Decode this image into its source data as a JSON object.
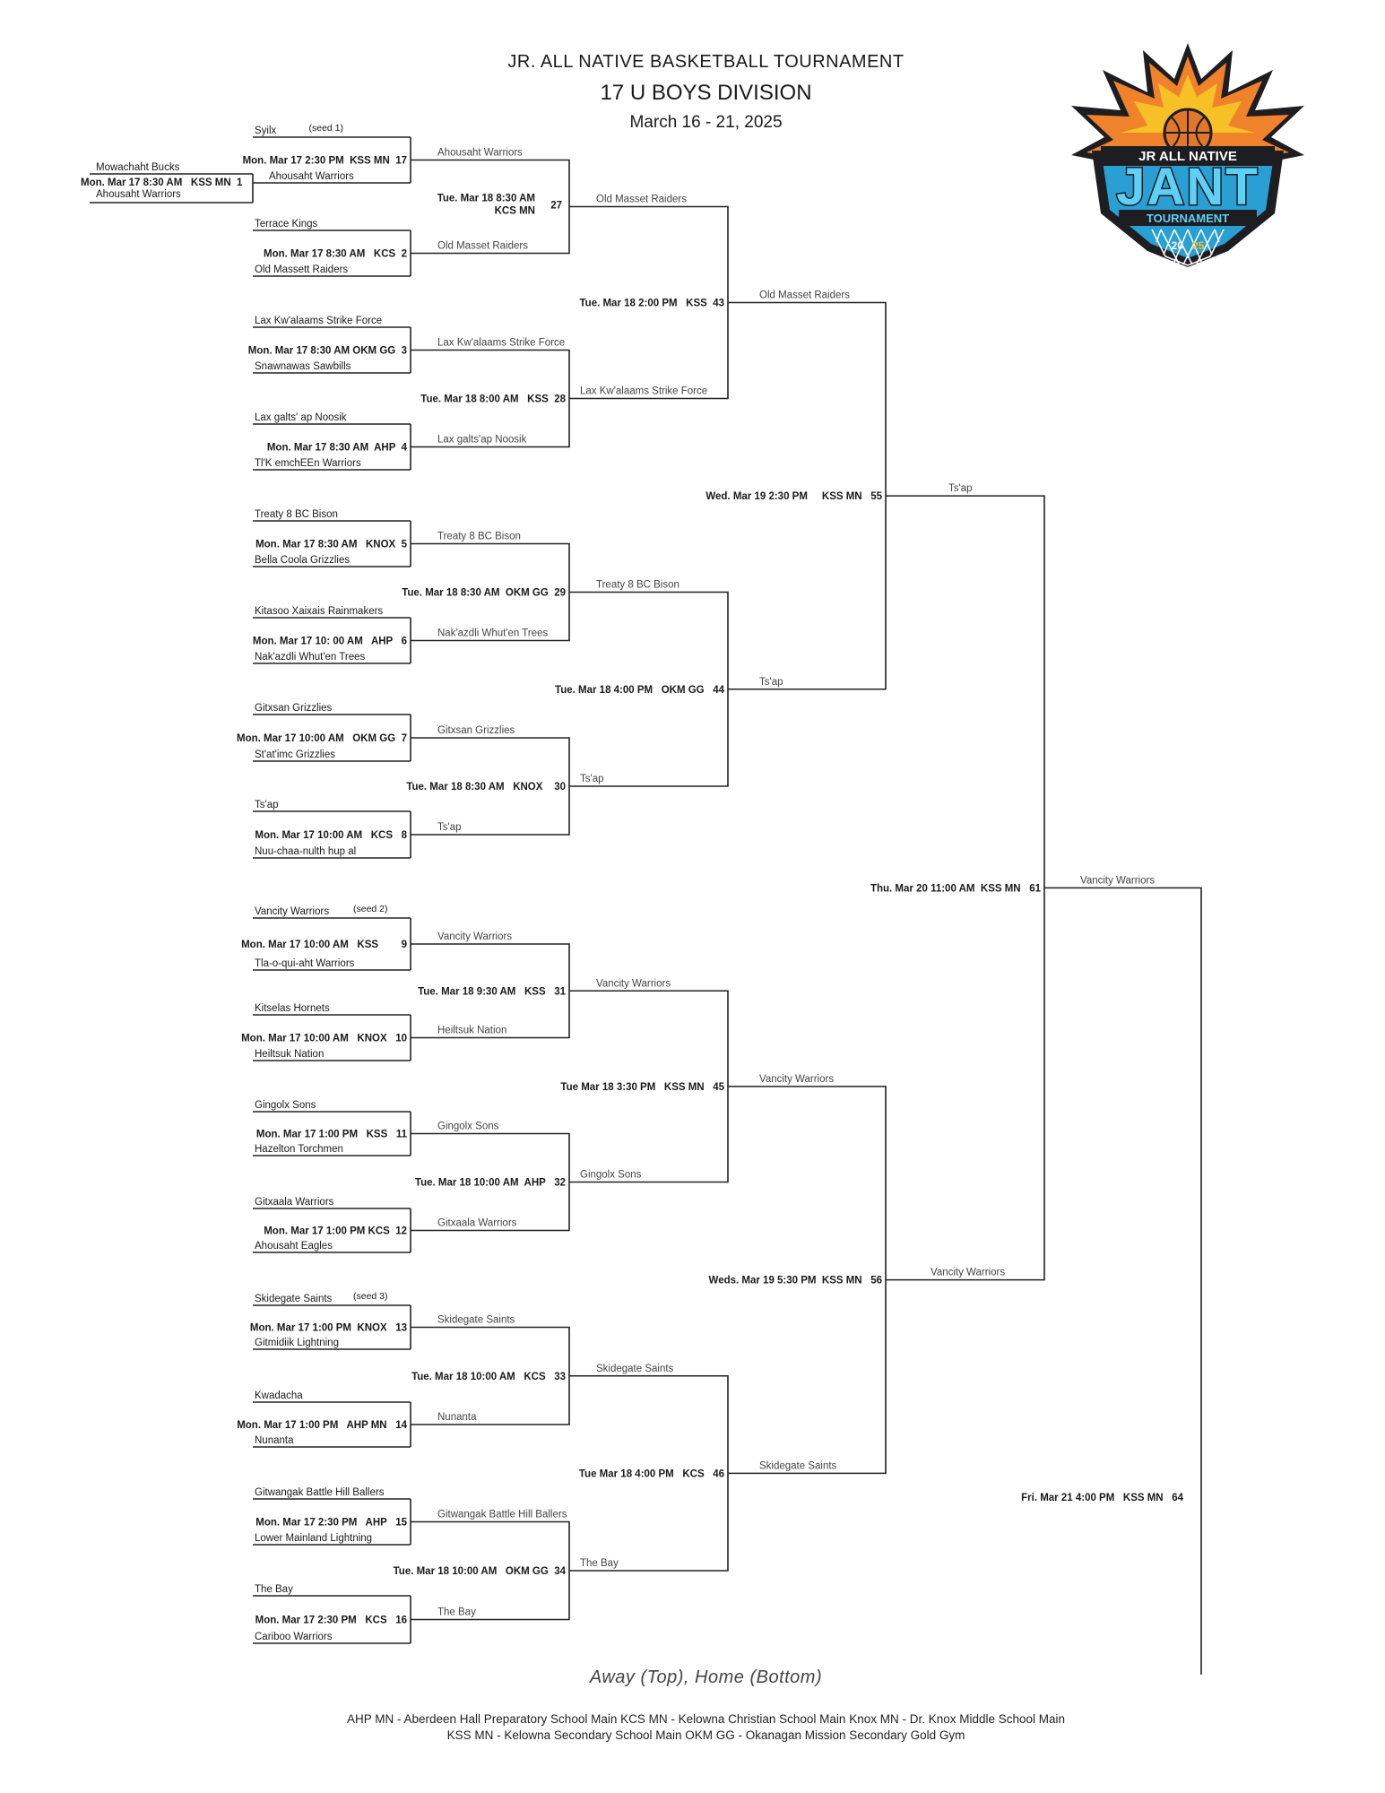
{
  "header": {
    "line1": "JR. ALL NATIVE BASKETBALL TOURNAMENT",
    "line2": "17 U BOYS DIVISION",
    "line3": "March 16 - 21, 2025"
  },
  "logo": {
    "top_text": "JR ALL NATIVE",
    "main_text": "JANT",
    "sub_text": "TOURNAMENT",
    "year_a": "20",
    "year_b": "25",
    "colors": {
      "dark": "#1d1d22",
      "cyan": "#38b8e8",
      "orange": "#f0822b",
      "yellow": "#f6c026",
      "red": "#d6452e"
    }
  },
  "legend": "Away (Top), Home (Bottom)",
  "footer": {
    "line1": "AHP MN - Aberdeen Hall Preparatory School Main KCS MN - Kelowna Christian School Main Knox MN - Dr. Knox Middle School Main",
    "line2": "KSS MN - Kelowna Secondary School Main OKM GG - Okanagan Mission Secondary Gold Gym"
  },
  "round1": [
    {
      "team": "Syilx",
      "seed": "(seed 1)"
    },
    {
      "team": "Mowachaht Bucks"
    },
    {
      "team": "Terrace Kings"
    },
    {
      "team": "Old Massett Raiders"
    },
    {
      "team": "Lax Kw'alaams Strike Force"
    },
    {
      "team": "Snawnawas Sawbills"
    },
    {
      "team": "Lax galts' ap Noosik"
    },
    {
      "team": "Tl'K emchEEn Warriors"
    },
    {
      "team": "Treaty 8 BC Bison"
    },
    {
      "team": "Bella Coola Grizzlies"
    },
    {
      "team": "Kitasoo Xaixais Rainmakers"
    },
    {
      "team": "Nak'azdli Whut'en Trees"
    },
    {
      "team": "Gitxsan Grizzlies"
    },
    {
      "team": "St'at'imc Grizzlies"
    },
    {
      "team": "Ts'ap"
    },
    {
      "team": "Nuu-chaa-nulth hup al"
    },
    {
      "team": "Vancity Warriors",
      "seed": "(seed 2)"
    },
    {
      "team": "Tla-o-qui-aht Warriors"
    },
    {
      "team": "Kitselas Hornets"
    },
    {
      "team": "Heiltsuk Nation"
    },
    {
      "team": "Gingolx Sons"
    },
    {
      "team": "Hazelton Torchmen"
    },
    {
      "team": "Gitxaala Warriors"
    },
    {
      "team": "Ahousaht Eagles"
    },
    {
      "team": "Skidegate Saints",
      "seed": "(seed 3)"
    },
    {
      "team": "Gitmidiik Lightning"
    },
    {
      "team": "Kwadacha"
    },
    {
      "team": "Nunanta"
    },
    {
      "team": "Gitwangak Battle Hill Ballers"
    },
    {
      "team": "Lower Mainland Lightning"
    },
    {
      "team": "The Bay"
    },
    {
      "team": "Cariboo Warriors"
    }
  ],
  "play_in": {
    "game": "Mon. Mar 17 8:30 AM   KSS MN  1",
    "away": "Mowachaht Bucks",
    "home": "Ahousaht Warriors"
  },
  "round1_games": [
    {
      "game": "Mon. Mar 17 2:30 PM  KSS MN  17",
      "winner": "Ahousaht Warriors",
      "home_note": "Ahousaht Warriors"
    },
    {
      "game": "Mon. Mar 17 8:30 AM   KCS  2",
      "winner": "Old Masset Raiders"
    },
    {
      "game": "Mon. Mar 17 8:30 AM OKM GG  3",
      "winner": "Lax Kw'alaams Strike Force"
    },
    {
      "game": "Mon. Mar 17 8:30 AM  AHP  4",
      "winner": "Lax galts'ap Noosik"
    },
    {
      "game": "Mon. Mar 17 8:30 AM   KNOX  5",
      "winner": "Treaty 8 BC Bison"
    },
    {
      "game": "Mon. Mar 17 10: 00 AM   AHP   6",
      "winner": "Nak'azdli Whut'en Trees"
    },
    {
      "game": "Mon. Mar 17 10:00 AM   OKM GG  7",
      "winner": "Gitxsan Grizzlies"
    },
    {
      "game": "Mon. Mar 17 10:00 AM   KCS   8",
      "winner": "Ts'ap"
    },
    {
      "game": "Mon. Mar 17 10:00 AM   KSS        9",
      "winner": "Vancity Warriors"
    },
    {
      "game": "Mon. Mar 17 10:00 AM   KNOX   10",
      "winner": "Heiltsuk Nation"
    },
    {
      "game": "Mon. Mar 17 1:00 PM   KSS   11",
      "winner": "Gingolx Sons"
    },
    {
      "game": "Mon. Mar 17 1:00 PM KCS  12",
      "winner": "Gitxaala Warriors"
    },
    {
      "game": "Mon. Mar 17 1:00 PM  KNOX   13",
      "winner": "Skidegate Saints"
    },
    {
      "game": "Mon. Mar 17 1:00 PM   AHP MN   14",
      "winner": "Nunanta"
    },
    {
      "game": "Mon. Mar 17 2:30 PM   AHP   15",
      "winner": "Gitwangak Battle Hill Ballers"
    },
    {
      "game": "Mon. Mar 17 2:30 PM   KCS   16",
      "winner": "The Bay"
    }
  ],
  "round2_games": [
    {
      "game": "Tue. Mar 18 8:30 AM",
      "game2": "KCS MN",
      "num": "27",
      "winner": "Old Masset Raiders"
    },
    {
      "game": "Tue. Mar 18 8:00 AM   KSS  28",
      "winner": "Lax Kw'alaams Strike Force"
    },
    {
      "game": "Tue. Mar 18 8:30 AM  OKM GG  29",
      "winner": "Treaty 8 BC Bison"
    },
    {
      "game": "Tue. Mar 18 8:30 AM   KNOX    30",
      "winner": "Ts'ap"
    },
    {
      "game": "Tue. Mar 18 9:30 AM   KSS   31",
      "winner": "Vancity Warriors"
    },
    {
      "game": "Tue. Mar 18 10:00 AM  AHP   32",
      "winner": "Gingolx Sons"
    },
    {
      "game": "Tue. Mar 18 10:00 AM   KCS   33",
      "winner": "Skidegate Saints"
    },
    {
      "game": "Tue. Mar 18 10:00 AM   OKM GG  34",
      "winner": "The Bay"
    }
  ],
  "round3_games": [
    {
      "game": "Tue. Mar 18 2:00 PM   KSS  43",
      "winner": "Old Masset Raiders"
    },
    {
      "game": "Tue. Mar 18 4:00 PM   OKM GG   44",
      "winner": "Ts'ap"
    },
    {
      "game": "Tue Mar 18 3:30 PM   KSS MN   45",
      "winner": "Vancity Warriors"
    },
    {
      "game": "Tue Mar 18 4:00 PM   KCS   46",
      "winner": "Skidegate Saints"
    }
  ],
  "round4_games": [
    {
      "game": "Wed. Mar 19 2:30 PM     KSS MN   55",
      "winner": "Ts'ap"
    },
    {
      "game": "Weds. Mar 19 5:30 PM  KSS MN   56",
      "winner": "Vancity Warriors"
    }
  ],
  "semi_game": {
    "game": "Thu. Mar 20 11:00 AM  KSS MN   61",
    "winner": "Vancity Warriors"
  },
  "final_game": {
    "game": "Fri. Mar 21 4:00 PM   KSS MN   64"
  }
}
